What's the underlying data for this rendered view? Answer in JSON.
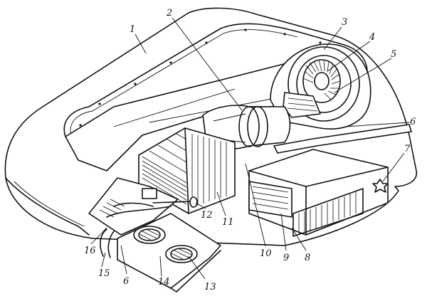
{
  "callouts": [
    {
      "label": "1"
    },
    {
      "label": "2"
    },
    {
      "label": "3"
    },
    {
      "label": "4"
    },
    {
      "label": "5"
    },
    {
      "label": "6"
    },
    {
      "label": "7"
    },
    {
      "label": "8"
    },
    {
      "label": "9"
    },
    {
      "label": "10"
    },
    {
      "label": "11"
    },
    {
      "label": "12"
    },
    {
      "label": "13"
    },
    {
      "label": "14"
    },
    {
      "label": "15"
    },
    {
      "label": "16"
    },
    {
      "label": "6"
    }
  ]
}
